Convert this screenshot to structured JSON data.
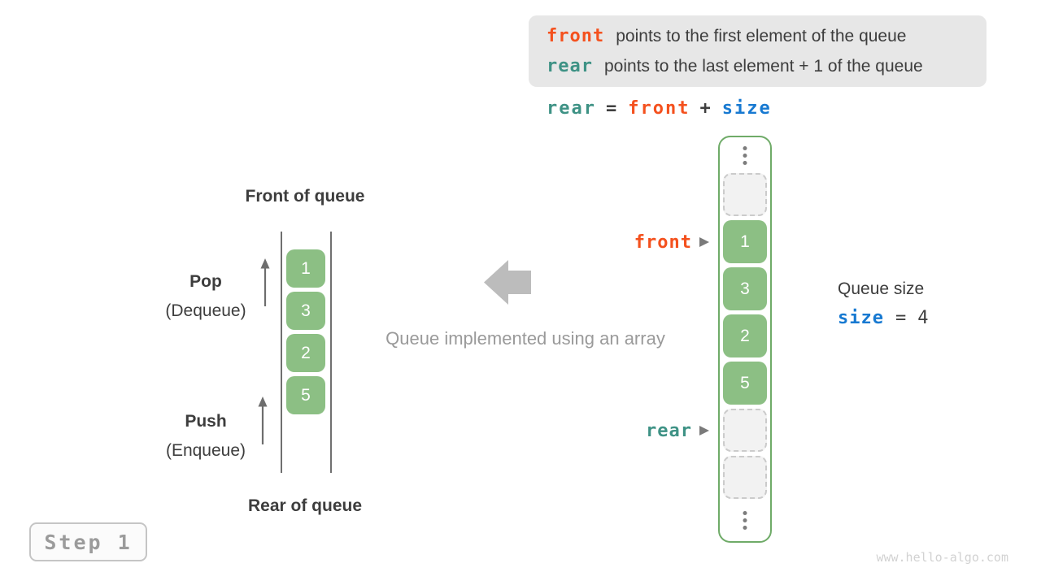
{
  "info_box": {
    "lines": [
      {
        "keyword": "front",
        "keyword_color": "#f4511e",
        "text": "points to the first element of the queue"
      },
      {
        "keyword": "rear",
        "keyword_color": "#3e9285",
        "text": "points to the last element + 1 of the queue"
      }
    ]
  },
  "formula": {
    "tokens": [
      {
        "text": "rear",
        "color": "#3e9285"
      },
      {
        "text": "=",
        "color": "#3f3f3f"
      },
      {
        "text": "front",
        "color": "#f4511e"
      },
      {
        "text": "+",
        "color": "#3f3f3f"
      },
      {
        "text": "size",
        "color": "#1779d1"
      }
    ]
  },
  "left_queue": {
    "front_label": "Front of queue",
    "rear_label": "Rear of queue",
    "pop": {
      "label": "Pop",
      "sublabel": "(Dequeue)"
    },
    "push": {
      "label": "Push",
      "sublabel": "(Enqueue)"
    },
    "values": [
      "1",
      "3",
      "2",
      "5"
    ]
  },
  "center": {
    "caption": "Queue implemented using an array"
  },
  "array_panel": {
    "cells": [
      {
        "type": "ellipsis"
      },
      {
        "type": "empty"
      },
      {
        "type": "value",
        "value": "1",
        "pointer": "front",
        "pointer_color": "#f4511e"
      },
      {
        "type": "value",
        "value": "3"
      },
      {
        "type": "value",
        "value": "2"
      },
      {
        "type": "value",
        "value": "5"
      },
      {
        "type": "empty",
        "pointer": "rear",
        "pointer_color": "#3e9285"
      },
      {
        "type": "empty"
      },
      {
        "type": "ellipsis"
      }
    ]
  },
  "size_info": {
    "title": "Queue size",
    "keyword": "size",
    "keyword_color": "#1779d1",
    "equals": "=",
    "value": "4"
  },
  "step_badge": {
    "label": "Step 1"
  },
  "watermark": "www.hello-algo.com",
  "colors": {
    "accent_orange": "#f4511e",
    "accent_teal": "#3e9285",
    "accent_blue": "#1779d1",
    "cell_green": "#8cbf84",
    "panel_border_green": "#6fab68",
    "info_box_bg": "#e7e7e7"
  }
}
